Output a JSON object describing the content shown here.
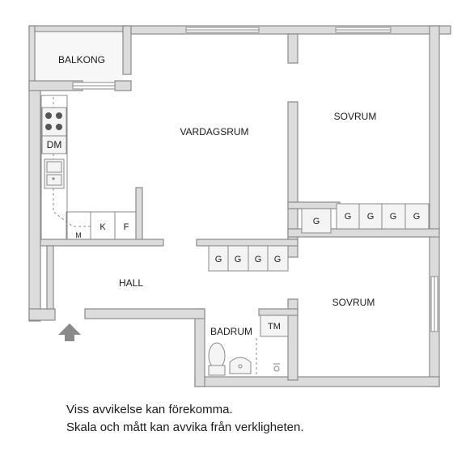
{
  "rooms": {
    "balcony": "BALKONG",
    "living_room": "VARDAGSRUM",
    "bedroom_1": "SOVRUM",
    "bedroom_2": "SOVRUM",
    "hall": "HALL",
    "bathroom": "BADRUM"
  },
  "fixtures": {
    "dishwasher": "DM",
    "microwave": "M",
    "fridge": "K",
    "freezer": "F",
    "tumble_dryer": "TM",
    "wardrobe": "G"
  },
  "disclaimer": {
    "line1": "Viss avvikelse kan förekomma.",
    "line2": "Skala och mått kan avvika från verkligheten."
  }
}
